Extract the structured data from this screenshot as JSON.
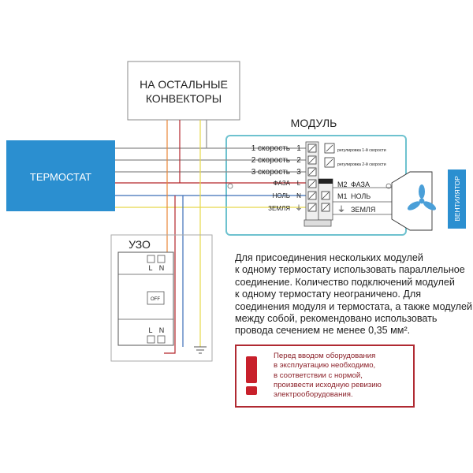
{
  "diagram": {
    "other_convectors": [
      "НА ОСТАЛЬНЫЕ",
      "КОНВЕКТОРЫ"
    ],
    "module_title": "МОДУЛЬ",
    "thermostat": "ТЕРМОСТАТ",
    "uzo": "УЗО",
    "fan": "ВЕНТИЛЯТОР",
    "terminals_left": [
      "1 скорость",
      "2 скорость",
      "3 скорость",
      "ФАЗА",
      "НОЛЬ",
      "ЗЕМЛЯ"
    ],
    "terminals_left_marks": [
      "1",
      "2",
      "3",
      "L",
      "N",
      "⏚"
    ],
    "regulation_1": "регулировка 1-й скорости",
    "regulation_2": "регулировка 2-й скорости",
    "terminals_right": [
      "ФАЗА",
      "НОЛЬ",
      "ЗЕМЛЯ"
    ],
    "terminals_right_marks": [
      "M2",
      "M1",
      "⏚"
    ],
    "uzo_top_marks": [
      "L",
      "N"
    ],
    "uzo_bottom_marks": [
      "L",
      "N"
    ],
    "off_label": "OFF"
  },
  "info_text": [
    "Для присоединения нескольких модулей",
    "к одному термостату использовать параллельное",
    "соединение. Количество подключений модулей",
    "к одному термостату неограничено. Для",
    "соединения модуля и термостата, а также модулей",
    "между собой, рекомендовано использовать",
    "провода сечением не менее 0,35 мм²."
  ],
  "warning_text": [
    "Перед вводом оборудования",
    "в эксплуатацию необходимо,",
    "в соответствии с нормой,",
    "произвести исходную ревизию",
    "электрооборудования."
  ],
  "colors": {
    "thermostat_fill": "#2b8fd0",
    "module_border": "#6ec2cf",
    "fan_panel": "#2b8fd0",
    "warning": "#c8202b",
    "wire_orange": "#e8873a",
    "wire_red": "#b3262b",
    "wire_yellow": "#e6d84a",
    "wire_blue": "#3c6fb8",
    "wire_gray": "#8a8a8a"
  }
}
